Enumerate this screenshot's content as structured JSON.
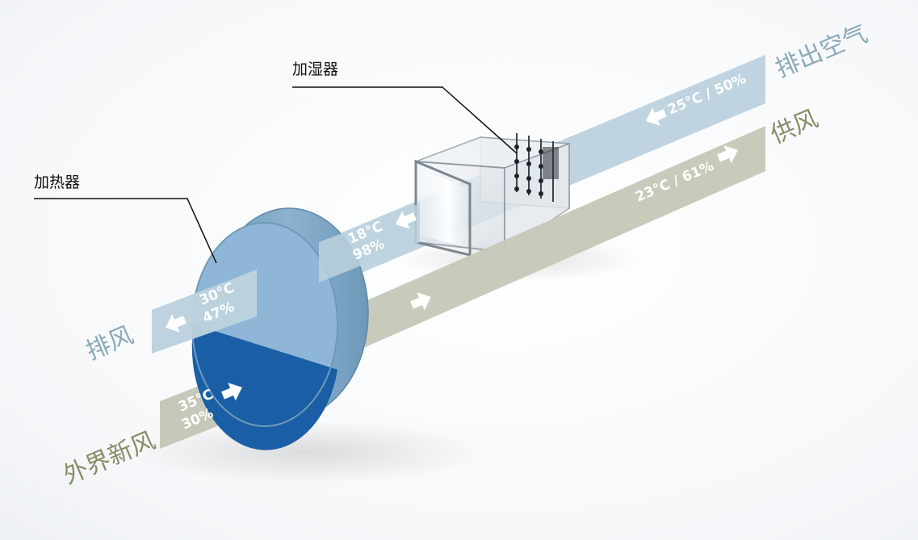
{
  "labels": {
    "humidifier": "加湿器",
    "heater": "加热器",
    "exhaust_out": "排出空气",
    "supply_air": "供风",
    "exhaust_air": "排风",
    "outside_air": "外界新风"
  },
  "values": {
    "exhaust_out": "25°C / 50%",
    "supply_air": "23°C / 61%",
    "after_humidifier_temp": "18°C",
    "after_humidifier_rh": "98%",
    "exhaust_air_temp": "30°C",
    "exhaust_air_rh": "47%",
    "outside_air_temp": "35°C",
    "outside_air_rh": "30%"
  },
  "colors": {
    "exhaust_band": "#bcd2de",
    "supply_band": "#c6c8b9",
    "wheel_rim": "#7ea6c4",
    "wheel_face_light": "#8fb6d6",
    "wheel_face_dark": "#1a5fa6",
    "exhaust_label": "#8aa9b8",
    "supply_label": "#8d8a67"
  }
}
